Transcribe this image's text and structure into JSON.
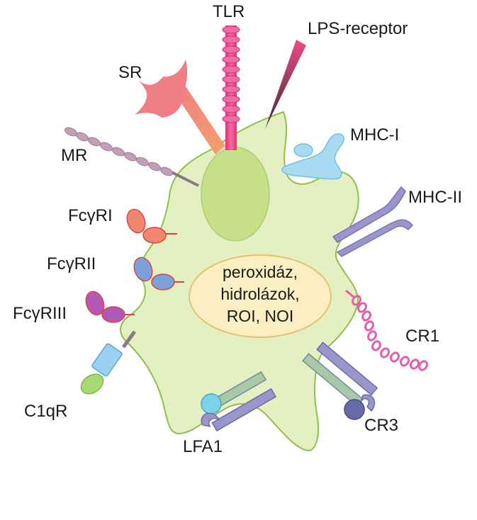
{
  "labels": {
    "tlr": "TLR",
    "lps": "LPS-receptor",
    "sr": "SR",
    "mr": "MR",
    "mhc1": "MHC-I",
    "mhc2": "MHC-II",
    "fcgr1": "FcγRI",
    "fcgr2": "FcγRII",
    "fcgr3": "FcγRIII",
    "c1qr": "C1qR",
    "lfa1": "LFA1",
    "cr3": "CR3",
    "cr1": "CR1"
  },
  "granule_text": [
    "peroxidáz,",
    "hidrolázok,",
    "ROI, NOI"
  ],
  "colors": {
    "cell_fill": "#e4f0c2",
    "cell_stroke": "#8cc04a",
    "nucleus": "#c6e08a",
    "granule": "#fbeec2",
    "granule_stroke": "#e2c270",
    "tlr": "#ea3c86",
    "sr": "#f07e86",
    "mr": "#c4a0b8",
    "mhc1": "#a8daf2",
    "mhc2": "#9a96cc",
    "cr1": "#e85aaa"
  }
}
